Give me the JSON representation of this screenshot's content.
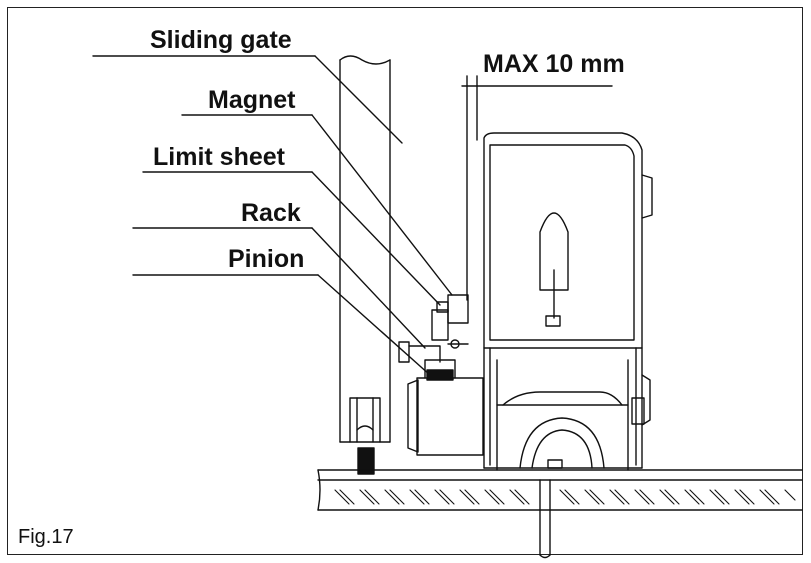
{
  "labels": {
    "sliding_gate": "Sliding gate",
    "max_gap": "MAX 10 mm",
    "magnet": "Magnet",
    "limit_sheet": "Limit sheet",
    "rack": "Rack",
    "pinion": "Pinion"
  },
  "figure_caption": "Fig.17"
}
